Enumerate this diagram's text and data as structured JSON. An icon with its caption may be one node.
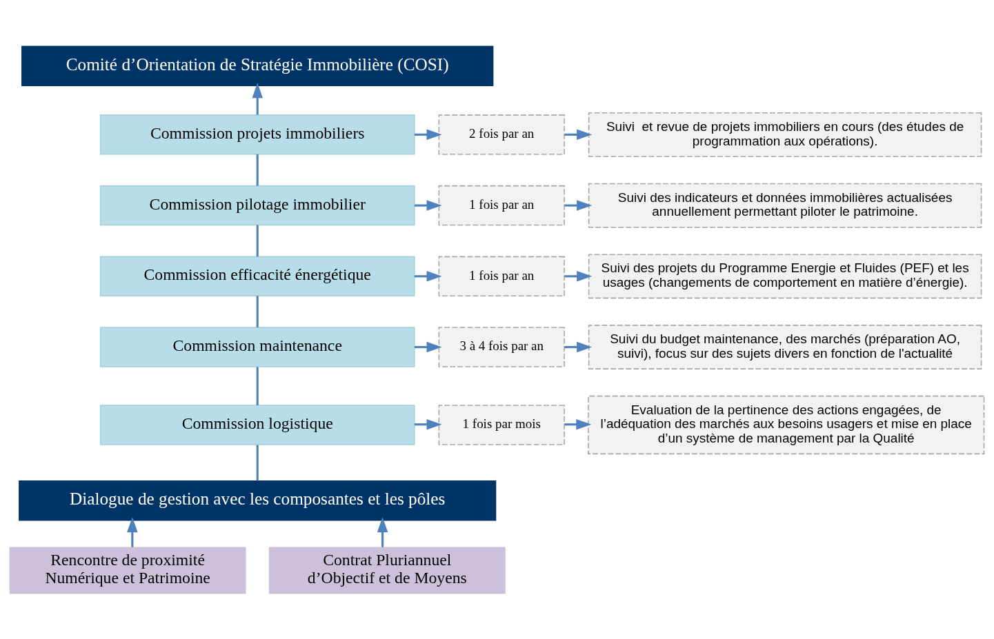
{
  "diagram": {
    "nodes": [
      {
        "text": [
          "Comité d’Orientation de Stratégie Immobilière (COSI)"
        ]
      },
      {
        "text": [
          "Commission projets immobiliers"
        ]
      },
      {
        "text": [
          "2 fois par an"
        ]
      },
      {
        "text": [
          "Suivi  et revue de projets immobiliers en cours (des études de programmation aux opérations)."
        ]
      },
      {
        "text": [
          "Commission pilotage immobilier"
        ]
      },
      {
        "text": [
          "1 fois par an"
        ]
      },
      {
        "text": [
          "Suivi des indicateurs et données immobilières actualisées annuellement permettant piloter le patrimoine."
        ]
      },
      {
        "text": [
          "Commission efficacité énergétique"
        ]
      },
      {
        "text": [
          "1 fois par an"
        ]
      },
      {
        "text": [
          "Suivi des projets du Programme Energie et Fluides (PEF) et les usages (changements de comportement en matière d’énergie)."
        ]
      },
      {
        "text": [
          "Commission maintenance"
        ]
      },
      {
        "text": [
          "3 à 4 fois par an"
        ]
      },
      {
        "text": [
          "Suivi du budget maintenance, des marchés (préparation AO, suivi), focus sur des sujets divers en fonction de l'actualité"
        ]
      },
      {
        "text": [
          "Commission logistique"
        ]
      },
      {
        "text": [
          "1 fois par mois"
        ]
      },
      {
        "text": [
          "Evaluation de la pertinence des actions engagées, de l’adéquation des marchés aux besoins usagers et mise en place d’un système de management par la Qualité"
        ]
      },
      {
        "text": [
          "Dialogue de gestion avec les composantes et les pôles"
        ]
      },
      {
        "text": [
          "Rencontre de proximité Numérique et Patrimoine"
        ]
      },
      {
        "text": [
          "Contrat Pluriannuel d’Objectif et de Moyens"
        ]
      }
    ],
    "edges": [
      {
        "from": 17,
        "to": 16,
        "arrow": "to"
      },
      {
        "from": 18,
        "to": 16,
        "arrow": "to"
      },
      {
        "from": 16,
        "to": 13,
        "arrow": "none"
      },
      {
        "from": 13,
        "to": 10,
        "arrow": "none"
      },
      {
        "from": 10,
        "to": 7,
        "arrow": "none"
      },
      {
        "from": 7,
        "to": 4,
        "arrow": "none"
      },
      {
        "from": 4,
        "to": 1,
        "arrow": "none"
      },
      {
        "from": 1,
        "to": 0,
        "arrow": "to"
      },
      {
        "from": 1,
        "to": 2,
        "arrow": "to"
      },
      {
        "from": 2,
        "to": 3,
        "arrow": "to"
      },
      {
        "from": 4,
        "to": 5,
        "arrow": "to"
      },
      {
        "from": 5,
        "to": 6,
        "arrow": "to"
      },
      {
        "from": 7,
        "to": 8,
        "arrow": "to"
      },
      {
        "from": 8,
        "to": 9,
        "arrow": "to"
      },
      {
        "from": 10,
        "to": 11,
        "arrow": "to"
      },
      {
        "from": 11,
        "to": 12,
        "arrow": "to"
      },
      {
        "from": 13,
        "to": 14,
        "arrow": "to"
      },
      {
        "from": 14,
        "to": 15,
        "arrow": "to"
      }
    ]
  }
}
